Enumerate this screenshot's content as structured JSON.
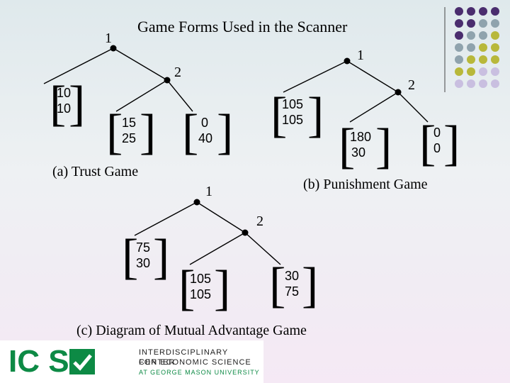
{
  "title": "Game Forms Used in the Scanner",
  "captions": {
    "trust": "(a) Trust Game",
    "punishment": "(b) Punishment Game",
    "mutual": "(c) Diagram of Mutual Advantage Game"
  },
  "node_labels": {
    "a_player1": "1",
    "a_player2": "2",
    "b_player1": "1",
    "b_player2": "2",
    "c_player1": "1",
    "c_player2": "2"
  },
  "payoffs": {
    "a_left": [
      "10",
      "10"
    ],
    "a_mid": [
      "15",
      "25"
    ],
    "a_right": [
      "0",
      "40"
    ],
    "b_left": [
      "105",
      "105"
    ],
    "b_mid": [
      "180",
      "30"
    ],
    "b_right": [
      "0",
      "0"
    ],
    "c_left": [
      "75",
      "30"
    ],
    "c_mid": [
      "105",
      "105"
    ],
    "c_right": [
      "30",
      "75"
    ]
  },
  "logo": {
    "word": "IC S",
    "line1": "INTERDISCIPLINARY CENTER",
    "line2": "FOR ECONOMIC SCIENCE",
    "line3": "AT GEORGE MASON UNIVERSITY"
  },
  "colors": {
    "purple": "#4a2d6e",
    "slate": "#8fa3ad",
    "olive": "#b8b83a",
    "lavender": "#c9bfe0",
    "logo_green": "#0d8a45"
  }
}
